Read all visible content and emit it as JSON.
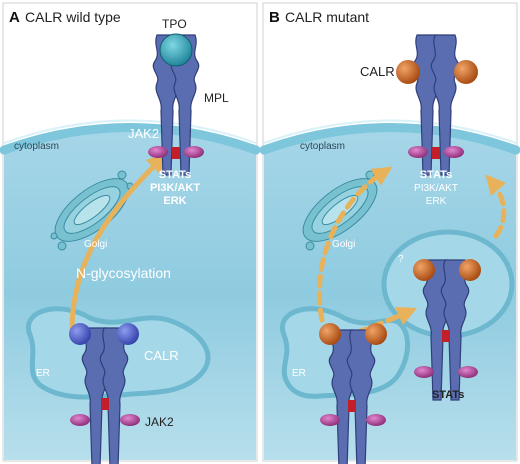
{
  "panel_a": {
    "letter": "A",
    "title": "CALR wild type",
    "labels": {
      "tpo": "TPO",
      "mpl": "MPL",
      "cytoplasm": "cytoplasm",
      "jak2_top": "JAK2",
      "stats": "STATs",
      "pi3k": "PI3K/AKT",
      "erk": "ERK",
      "golgi": "Golgi",
      "nglyc": "N-glycosylation",
      "calr": "CALR",
      "er": "ER",
      "jak2_bottom": "JAK2"
    }
  },
  "panel_b": {
    "letter": "B",
    "title": "CALR mutant",
    "labels": {
      "calr": "CALR",
      "cytoplasm": "cytoplasm",
      "stats": "STATs",
      "pi3k": "PI3K/AKT",
      "erk": "ERK",
      "golgi": "Golgi",
      "question": "?",
      "er": "ER",
      "stats_bottom": "STATs"
    }
  },
  "colors": {
    "cell_light": "#cfe9f2",
    "cell_dark": "#9fd0e2",
    "membrane": "#7ec6dc",
    "receptor": "#5568a8",
    "receptor_dark": "#2f3f7a",
    "jak2": "#b0479a",
    "calr_wt": "#4a5bd0",
    "calr_mut": "#c8621f",
    "tpo": "#2aa3b5",
    "arrow": "#e8b25a",
    "golgi": "#6fb9c8"
  }
}
